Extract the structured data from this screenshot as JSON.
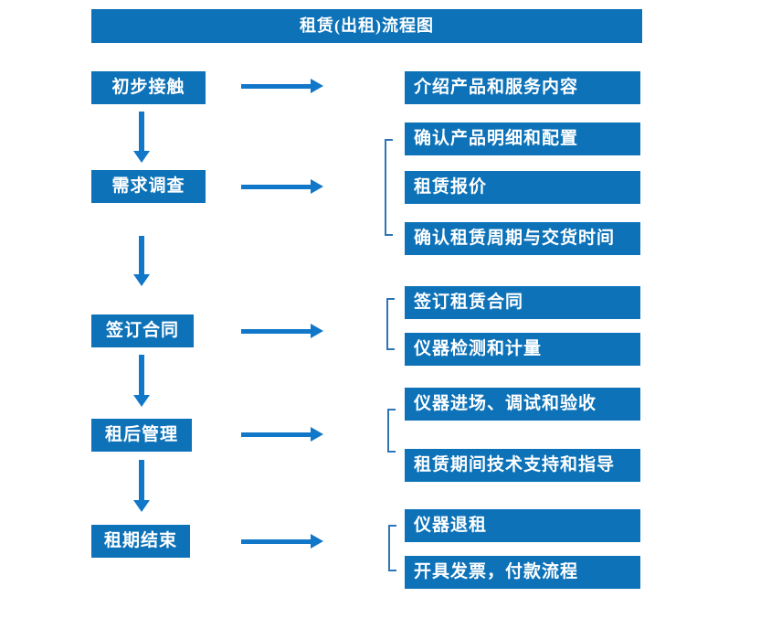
{
  "title": "租赁(出租)流程图",
  "colors": {
    "box_fill": "#0D72B8",
    "arrow": "#1177C9",
    "bracket": "#2E75B6",
    "text": "#FFFFFF",
    "background": "#FFFFFF"
  },
  "stages": [
    {
      "label": "初步接触",
      "details": [
        "介绍产品和服务内容"
      ]
    },
    {
      "label": "需求调查",
      "details": [
        "确认产品明细和配置",
        "租赁报价",
        "确认租赁周期与交货时间"
      ]
    },
    {
      "label": "签订合同",
      "details": [
        "签订租赁合同",
        "仪器检测和计量"
      ]
    },
    {
      "label": "租后管理",
      "details": [
        "仪器进场、调试和验收",
        "租赁期间技术支持和指导"
      ]
    },
    {
      "label": "租期结束",
      "details": [
        "仪器退租",
        "开具发票，付款流程"
      ]
    }
  ]
}
